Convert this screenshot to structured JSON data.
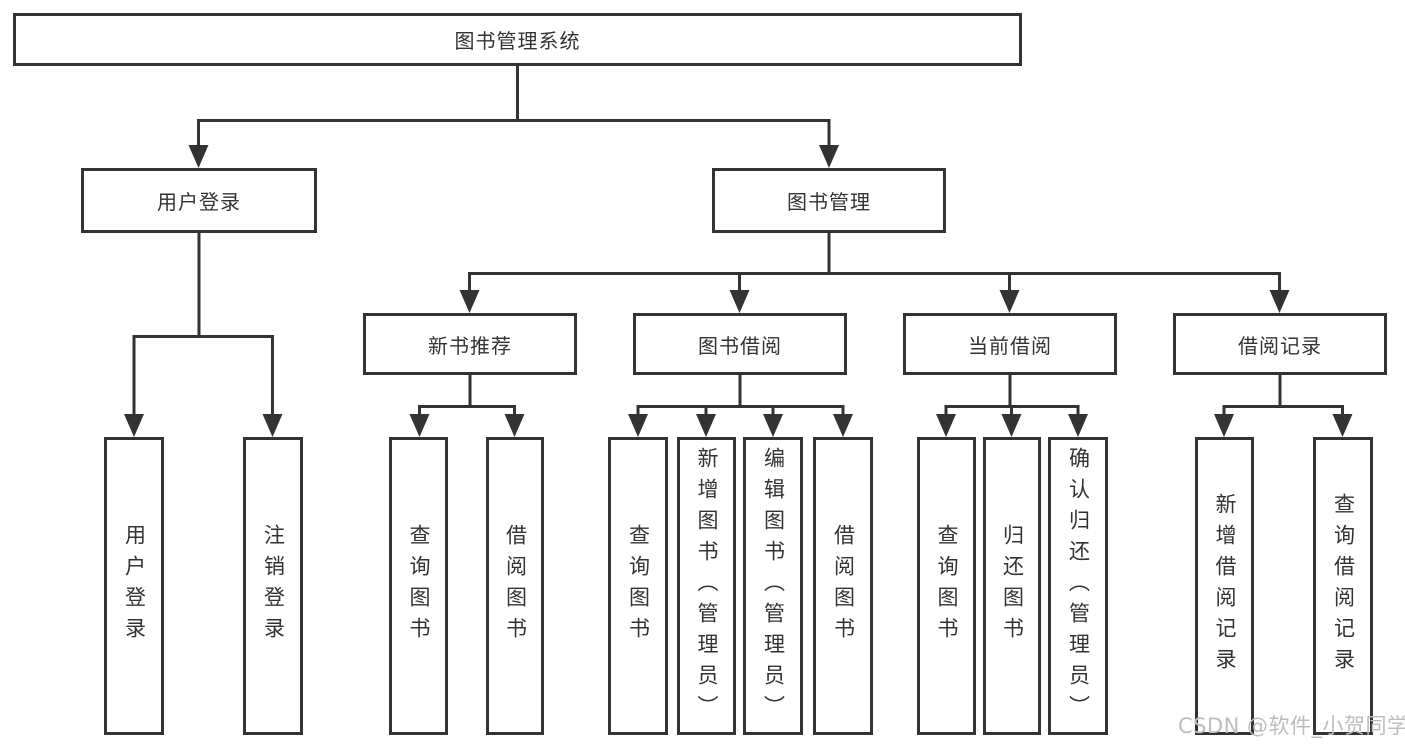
{
  "diagram": {
    "root": {
      "label": "图书管理系统"
    },
    "l2": [
      {
        "label": "用户登录"
      },
      {
        "label": "图书管理"
      }
    ],
    "l3": [
      {
        "label": "新书推荐",
        "parent": "图书管理"
      },
      {
        "label": "图书借阅",
        "parent": "图书管理"
      },
      {
        "label": "当前借阅",
        "parent": "图书管理"
      },
      {
        "label": "借阅记录",
        "parent": "图书管理"
      }
    ],
    "leaves": [
      {
        "label": "用户登录",
        "parent": "用户登录"
      },
      {
        "label": "注销登录",
        "parent": "用户登录"
      },
      {
        "label": "查询图书",
        "parent": "新书推荐"
      },
      {
        "label": "借阅图书",
        "parent": "新书推荐"
      },
      {
        "label": "查询图书",
        "parent": "图书借阅"
      },
      {
        "label": "新增图书（管理员）",
        "parent": "图书借阅"
      },
      {
        "label": "编辑图书（管理员）",
        "parent": "图书借阅"
      },
      {
        "label": "借阅图书",
        "parent": "图书借阅"
      },
      {
        "label": "查询图书",
        "parent": "当前借阅"
      },
      {
        "label": "归还图书",
        "parent": "当前借阅"
      },
      {
        "label": "确认归还（管理员）",
        "parent": "当前借阅"
      },
      {
        "label": "新增借阅记录",
        "parent": "借阅记录"
      },
      {
        "label": "查询借阅记录",
        "parent": "借阅记录"
      }
    ],
    "colors": {
      "line": "#333333",
      "text": "#333333",
      "box_background": "#ffffff",
      "watermark": "#bdbdbd"
    }
  },
  "watermark": {
    "text": "CSDN @软件_小贺同学"
  }
}
